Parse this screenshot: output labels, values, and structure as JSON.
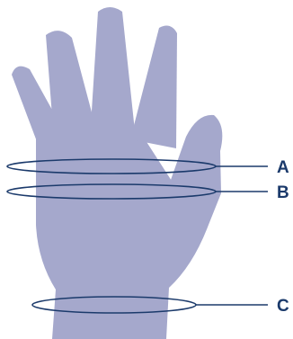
{
  "diagram": {
    "subject": "hand-measurement",
    "colors": {
      "hand": "#a5a8cc",
      "lines": "#1b3a6b",
      "background": "#ffffff"
    },
    "markers": [
      {
        "id": "a",
        "label": "A"
      },
      {
        "id": "b",
        "label": "B"
      },
      {
        "id": "c",
        "label": "C"
      }
    ]
  }
}
